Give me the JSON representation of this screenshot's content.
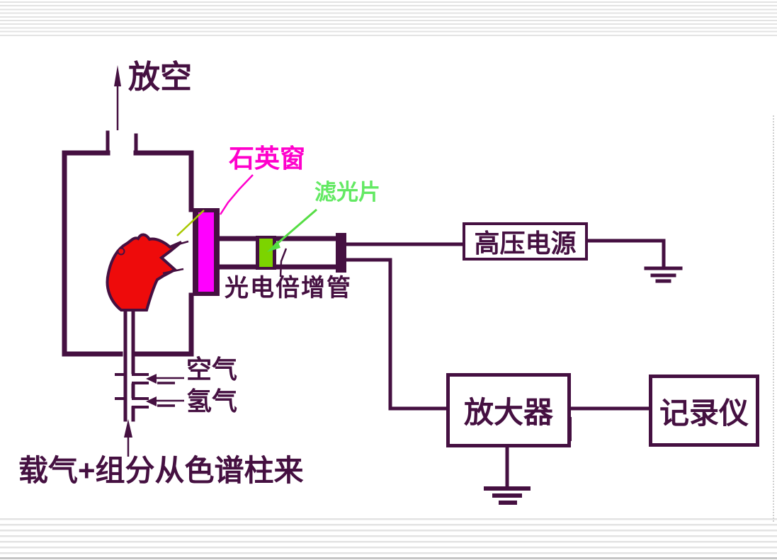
{
  "colors": {
    "background": "#FFFFFF",
    "line": "#451041",
    "flame": "#EE0B0B",
    "window_fill": "#FF00FF",
    "window_label": "#FF00CC",
    "filter_fill": "#7CD400",
    "filter_label": "#63E963",
    "filter_leader": "#55DD44",
    "stray_leader": "#A8C800",
    "guide_line": "#E3E3E3",
    "guide_line_dark": "#C6C6C6",
    "dotted_border": "#CFCFCF"
  },
  "labels": {
    "vent": "放空",
    "quartz_window": "石英窗",
    "optical_filter": "滤光片",
    "photomultiplier_tube": "光电倍增管",
    "air": "空气",
    "hydrogen": "氢气",
    "carrier_gas": "载气+组分从色谱柱来"
  },
  "boxes": {
    "high_voltage_supply": "高压电源",
    "amplifier": "放大器",
    "recorder": "记录仪"
  }
}
